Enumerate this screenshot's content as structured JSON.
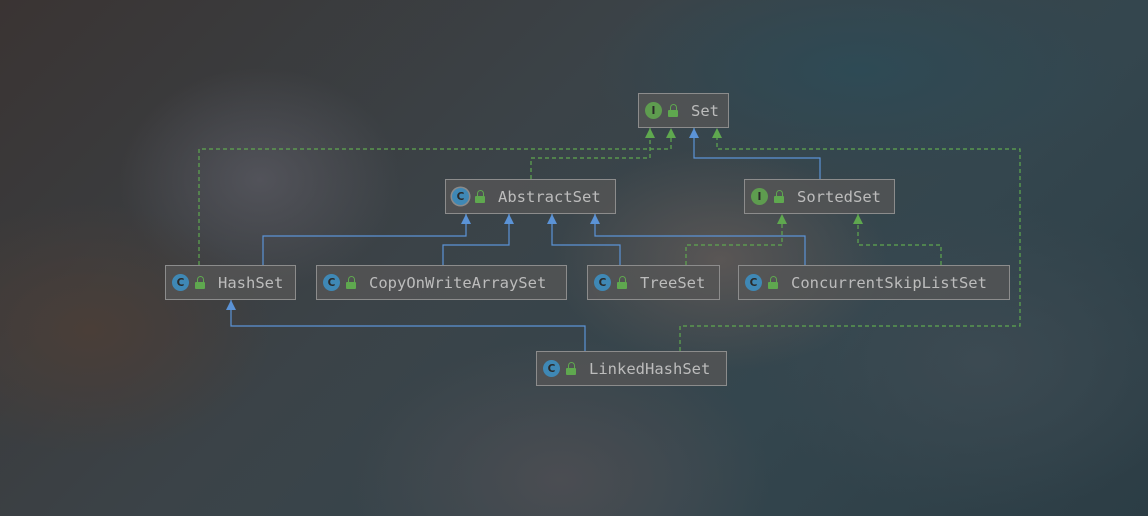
{
  "diagram": {
    "nodes": [
      {
        "id": "set",
        "label": "Set",
        "kind": "interface",
        "kind_letter": "I",
        "kind_icon": "interface-icon"
      },
      {
        "id": "abstractset",
        "label": "AbstractSet",
        "kind": "abstract",
        "kind_letter": "C",
        "kind_icon": "abstract-class-icon"
      },
      {
        "id": "sortedset",
        "label": "SortedSet",
        "kind": "interface",
        "kind_letter": "I",
        "kind_icon": "interface-icon"
      },
      {
        "id": "hashset",
        "label": "HashSet",
        "kind": "class",
        "kind_letter": "C",
        "kind_icon": "class-icon"
      },
      {
        "id": "copyonwritearrayset",
        "label": "CopyOnWriteArraySet",
        "kind": "class",
        "kind_letter": "C",
        "kind_icon": "class-icon"
      },
      {
        "id": "treeset",
        "label": "TreeSet",
        "kind": "class",
        "kind_letter": "C",
        "kind_icon": "class-icon"
      },
      {
        "id": "concurrentskiplistset",
        "label": "ConcurrentSkipListSet",
        "kind": "class",
        "kind_letter": "C",
        "kind_icon": "class-icon"
      },
      {
        "id": "linkedhashset",
        "label": "LinkedHashSet",
        "kind": "class",
        "kind_letter": "C",
        "kind_icon": "class-icon"
      }
    ],
    "edges": [
      {
        "from": "abstractset",
        "to": "set",
        "type": "implements"
      },
      {
        "from": "sortedset",
        "to": "set",
        "type": "extends"
      },
      {
        "from": "hashset",
        "to": "set",
        "type": "implements"
      },
      {
        "from": "linkedhashset",
        "to": "set",
        "type": "implements"
      },
      {
        "from": "hashset",
        "to": "abstractset",
        "type": "extends"
      },
      {
        "from": "copyonwritearrayset",
        "to": "abstractset",
        "type": "extends"
      },
      {
        "from": "treeset",
        "to": "abstractset",
        "type": "extends"
      },
      {
        "from": "concurrentskiplistset",
        "to": "abstractset",
        "type": "extends"
      },
      {
        "from": "treeset",
        "to": "sortedset",
        "type": "implements"
      },
      {
        "from": "concurrentskiplistset",
        "to": "sortedset",
        "type": "implements"
      },
      {
        "from": "linkedhashset",
        "to": "hashset",
        "type": "extends"
      }
    ],
    "colors": {
      "extends_line": "#5b93d6",
      "implements_line": "#5fa84f",
      "node_bg": "#565656",
      "node_border": "#969696",
      "label_text": "#bcbcbc"
    }
  }
}
